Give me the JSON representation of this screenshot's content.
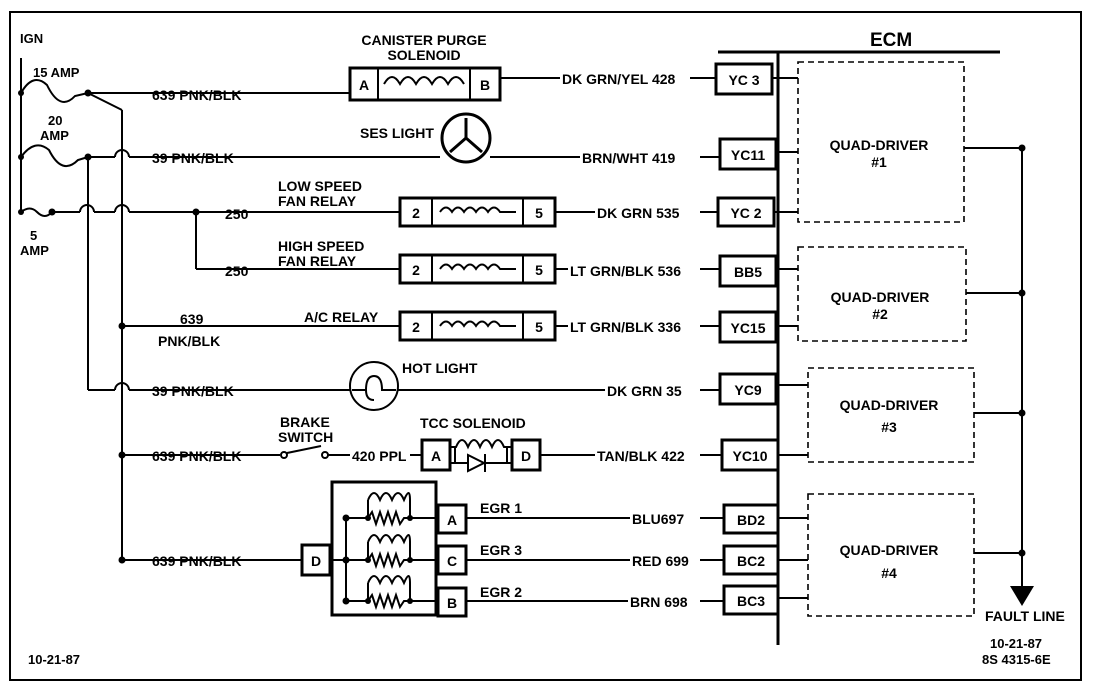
{
  "ecm_title": "ECM",
  "ign_label": "IGN",
  "fuse_15": "15 AMP",
  "fuse_20_a": "20",
  "fuse_20_b": "AMP",
  "fuse_5_a": "5",
  "fuse_5_b": "AMP",
  "date_left": "10-21-87",
  "date_right": "10-21-87",
  "part_number": "8S 4315-6E",
  "fault_line": "FAULT LINE",
  "rows": {
    "canister": {
      "title_1": "CANISTER PURGE",
      "title_2": "SOLENOID",
      "feed": "639 PNK/BLK",
      "pin_a": "A",
      "pin_b": "B",
      "out": "DK GRN/YEL 428",
      "terminal": "YC 3"
    },
    "ses": {
      "title": "SES LIGHT",
      "feed": "39 PNK/BLK",
      "out": "BRN/WHT  419",
      "terminal": "YC11"
    },
    "low_fan": {
      "title_1": "LOW SPEED",
      "title_2": "FAN RELAY",
      "feed": "250",
      "pin_in": "2",
      "pin_out": "5",
      "out": "DK GRN 535",
      "terminal": "YC 2"
    },
    "high_fan": {
      "title_1": "HIGH SPEED",
      "title_2": "FAN RELAY",
      "feed": "250",
      "pin_in": "2",
      "pin_out": "5",
      "out": "LT GRN/BLK 536",
      "terminal": "BB5"
    },
    "ac": {
      "title": "A/C RELAY",
      "feed_1": "639",
      "feed_2": "PNK/BLK",
      "pin_in": "2",
      "pin_out": "5",
      "out": "LT GRN/BLK 336",
      "terminal": "YC15"
    },
    "hot": {
      "title": "HOT LIGHT",
      "feed": "39 PNK/BLK",
      "out": "DK GRN 35",
      "terminal": "YC9"
    },
    "tcc": {
      "brake_1": "BRAKE",
      "brake_2": "SWITCH",
      "title": "TCC SOLENOID",
      "feed": "639 PNK/BLK",
      "mid": "420 PPL",
      "pin_a": "A",
      "pin_d": "D",
      "out": "TAN/BLK 422",
      "terminal": "YC10"
    },
    "egr": {
      "feed": "639 PNK/BLK",
      "pin_d": "D",
      "lines": [
        {
          "pin": "A",
          "name": "EGR 1",
          "out": "BLU697",
          "terminal": "BD2"
        },
        {
          "pin": "C",
          "name": "EGR 3",
          "out": "RED 699",
          "terminal": "BC2"
        },
        {
          "pin": "B",
          "name": "EGR 2",
          "out": "BRN 698",
          "terminal": "BC3"
        }
      ]
    }
  },
  "quad_drivers": [
    {
      "line1": "QUAD-DRIVER",
      "line2": "#1"
    },
    {
      "line1": "QUAD-DRIVER",
      "line2": "#2"
    },
    {
      "line1": "QUAD-DRIVER",
      "line2": "#3"
    },
    {
      "line1": "QUAD-DRIVER",
      "line2": "#4"
    }
  ]
}
